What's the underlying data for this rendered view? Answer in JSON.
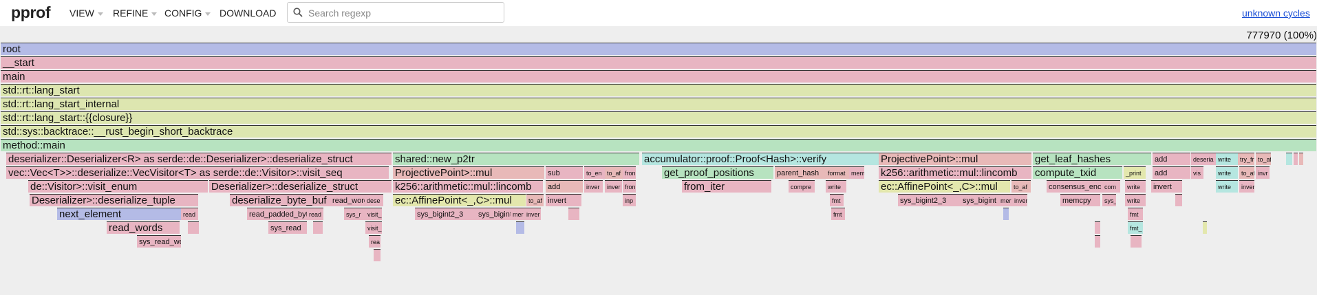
{
  "header": {
    "logo": "pprof",
    "menus": [
      "VIEW",
      "REFINE",
      "CONFIG",
      "DOWNLOAD"
    ],
    "search_placeholder": "Search regexp",
    "unknown_link": "unknown cycles"
  },
  "total": "777970 (100%)",
  "colors": {
    "blue": "#b4bbe6",
    "pink": "#e8b5c2",
    "olive": "#dde6b0",
    "green": "#b7e3c0",
    "teal": "#b5e6e0",
    "rose": "#e8b9b8",
    "yellowgreen": "#e3e7ad"
  },
  "flame": {
    "l0": [
      {
        "label": "root",
        "color": "blue"
      }
    ],
    "l1": [
      {
        "label": "__start",
        "color": "pink"
      }
    ],
    "l2": [
      {
        "label": "main",
        "color": "pink"
      }
    ],
    "l3": [
      {
        "label": "std::rt::lang_start",
        "color": "olive"
      }
    ],
    "l4": [
      {
        "label": "std::rt::lang_start_internal",
        "color": "olive"
      }
    ],
    "l5": [
      {
        "label": "std::rt::lang_start::{{closure}}",
        "color": "olive"
      }
    ],
    "l6": [
      {
        "label": "std::sys::backtrace::__rust_begin_short_backtrace",
        "color": "olive"
      }
    ],
    "l7": [
      {
        "label": "method::main",
        "color": "green"
      }
    ],
    "l8": [
      {
        "label": "deserializer::Deserializer<R> as serde::de::Deserializer>::deserialize_struct",
        "color": "pink"
      },
      {
        "label": "shared::new_p2tr",
        "color": "green"
      },
      {
        "label": "accumulator::proof::Proof<Hash>::verify",
        "color": "teal"
      },
      {
        "label": "ProjectivePoint>::mul",
        "color": "rose"
      },
      {
        "label": "get_leaf_hashes",
        "color": "green"
      },
      {
        "label": "add",
        "color": "pink"
      },
      {
        "label": "deseria",
        "color": "pink"
      },
      {
        "label": "write",
        "color": "teal"
      },
      {
        "label": "try_fr",
        "color": "rose"
      },
      {
        "label": "to_af",
        "color": "rose"
      },
      {
        "label": "",
        "color": "teal"
      },
      {
        "label": "",
        "color": "pink"
      },
      {
        "label": "",
        "color": "rose"
      }
    ],
    "l9": [
      {
        "label": "vec::Vec<T>>::deserialize::VecVisitor<T> as serde::de::Visitor>::visit_seq",
        "color": "pink"
      },
      {
        "label": "ProjectivePoint>::mul",
        "color": "rose"
      },
      {
        "label": "sub",
        "color": "pink"
      },
      {
        "label": "to_en",
        "color": "pink"
      },
      {
        "label": "to_af",
        "color": "rose"
      },
      {
        "label": "fron",
        "color": "pink"
      },
      {
        "label": "get_proof_positions",
        "color": "green"
      },
      {
        "label": "parent_hash",
        "color": "rose"
      },
      {
        "label": "format",
        "color": "rose"
      },
      {
        "label": "mem",
        "color": "pink"
      },
      {
        "label": "k256::arithmetic::mul::lincomb",
        "color": "pink"
      },
      {
        "label": "compute_txid",
        "color": "green"
      },
      {
        "label": "_print",
        "color": "yellowgreen"
      },
      {
        "label": "add",
        "color": "pink"
      },
      {
        "label": "vis",
        "color": "pink"
      },
      {
        "label": "write",
        "color": "teal"
      },
      {
        "label": "to_af",
        "color": "rose"
      },
      {
        "label": "invr",
        "color": "pink"
      }
    ],
    "l10": [
      {
        "label": "de::Visitor>::visit_enum",
        "color": "pink"
      },
      {
        "label": "Deserializer>::deserialize_struct",
        "color": "pink"
      },
      {
        "label": "k256::arithmetic::mul::lincomb",
        "color": "pink"
      },
      {
        "label": "add",
        "color": "rose"
      },
      {
        "label": "inver",
        "color": "pink"
      },
      {
        "label": "inver",
        "color": "pink"
      },
      {
        "label": "fron",
        "color": "pink"
      },
      {
        "label": "from_iter",
        "color": "pink"
      },
      {
        "label": "compre",
        "color": "pink"
      },
      {
        "label": "write",
        "color": "pink"
      },
      {
        "label": "ec::AffinePoint<_,C>::mul",
        "color": "yellowgreen"
      },
      {
        "label": "to_af",
        "color": "rose"
      },
      {
        "label": "consensus_enc",
        "color": "pink"
      },
      {
        "label": "com",
        "color": "pink"
      },
      {
        "label": "write",
        "color": "pink"
      },
      {
        "label": "invert",
        "color": "pink"
      },
      {
        "label": "write",
        "color": "teal"
      },
      {
        "label": "inver",
        "color": "pink"
      }
    ],
    "l11": [
      {
        "label": "Deserializer>::deserialize_tuple",
        "color": "pink"
      },
      {
        "label": "deserialize_byte_buf",
        "color": "pink"
      },
      {
        "label": "read_word",
        "color": "pink"
      },
      {
        "label": "dese",
        "color": "pink"
      },
      {
        "label": "ec::AffinePoint<_,C>::mul",
        "color": "yellowgreen"
      },
      {
        "label": "to_af",
        "color": "rose"
      },
      {
        "label": "invert",
        "color": "pink"
      },
      {
        "label": "inp",
        "color": "pink"
      },
      {
        "label": "fmt",
        "color": "pink"
      },
      {
        "label": "sys_bigint2_3",
        "color": "pink"
      },
      {
        "label": "sys_bigint",
        "color": "pink"
      },
      {
        "label": "mer",
        "color": "pink"
      },
      {
        "label": "inver",
        "color": "pink"
      },
      {
        "label": "memcpy",
        "color": "pink"
      },
      {
        "label": "sys_",
        "color": "pink"
      },
      {
        "label": "write",
        "color": "pink"
      },
      {
        "label": "",
        "color": "pink"
      }
    ],
    "l12": [
      {
        "label": "next_element",
        "color": "blue"
      },
      {
        "label": "read",
        "color": "pink"
      },
      {
        "label": "read_padded_byt",
        "color": "pink"
      },
      {
        "label": "read",
        "color": "pink"
      },
      {
        "label": "sys_r",
        "color": "pink"
      },
      {
        "label": "visit_",
        "color": "pink"
      },
      {
        "label": "sys_bigint2_3",
        "color": "pink"
      },
      {
        "label": "sys_bigint",
        "color": "pink"
      },
      {
        "label": "mer",
        "color": "pink"
      },
      {
        "label": "inver",
        "color": "pink"
      },
      {
        "label": "",
        "color": "pink"
      },
      {
        "label": "fmt",
        "color": "pink"
      },
      {
        "label": "",
        "color": "blue"
      },
      {
        "label": "fmt",
        "color": "pink"
      }
    ],
    "l13": [
      {
        "label": "read_words",
        "color": "pink"
      },
      {
        "label": "",
        "color": "pink"
      },
      {
        "label": "sys_read",
        "color": "pink"
      },
      {
        "label": "",
        "color": "pink"
      },
      {
        "label": "visit_",
        "color": "pink"
      },
      {
        "label": "",
        "color": "blue"
      },
      {
        "label": "",
        "color": "pink"
      },
      {
        "label": "fmt_",
        "color": "teal"
      },
      {
        "label": "",
        "color": "yellowgreen"
      }
    ],
    "l14": [
      {
        "label": "sys_read_wo",
        "color": "pink"
      },
      {
        "label": "rea",
        "color": "pink"
      },
      {
        "label": "",
        "color": "pink"
      },
      {
        "label": "",
        "color": "pink"
      }
    ],
    "l15": [
      {
        "label": "",
        "color": "pink"
      }
    ]
  }
}
